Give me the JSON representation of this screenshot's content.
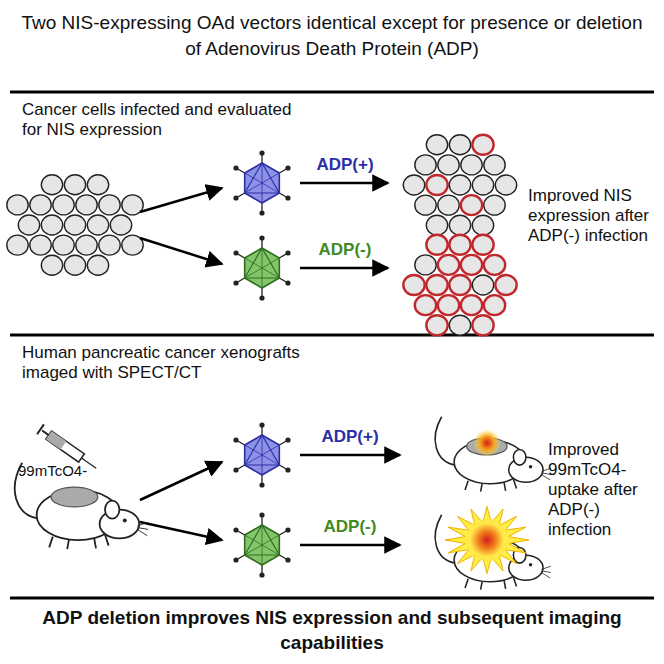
{
  "diagram": {
    "title": "Two NIS-expressing OAd vectors identical except for presence or deletion of Adenovirus Death Protein (ADP)",
    "caption": "ADP deletion improves NIS expression and subsequent imaging capabilities",
    "labels": [
      "Cancer cells infected and evaluated for NIS expression",
      "ADP(+)",
      "ADP(-)",
      "Improved NIS expression after ADP(-) infection",
      "Human pancreatic cancer xenografts imaged with SPECT/CT",
      "99mTcO4-",
      "ADP(+)",
      "ADP(-)",
      "Improved 99mTcO4- uptake after ADP(-) infection"
    ]
  }
}
